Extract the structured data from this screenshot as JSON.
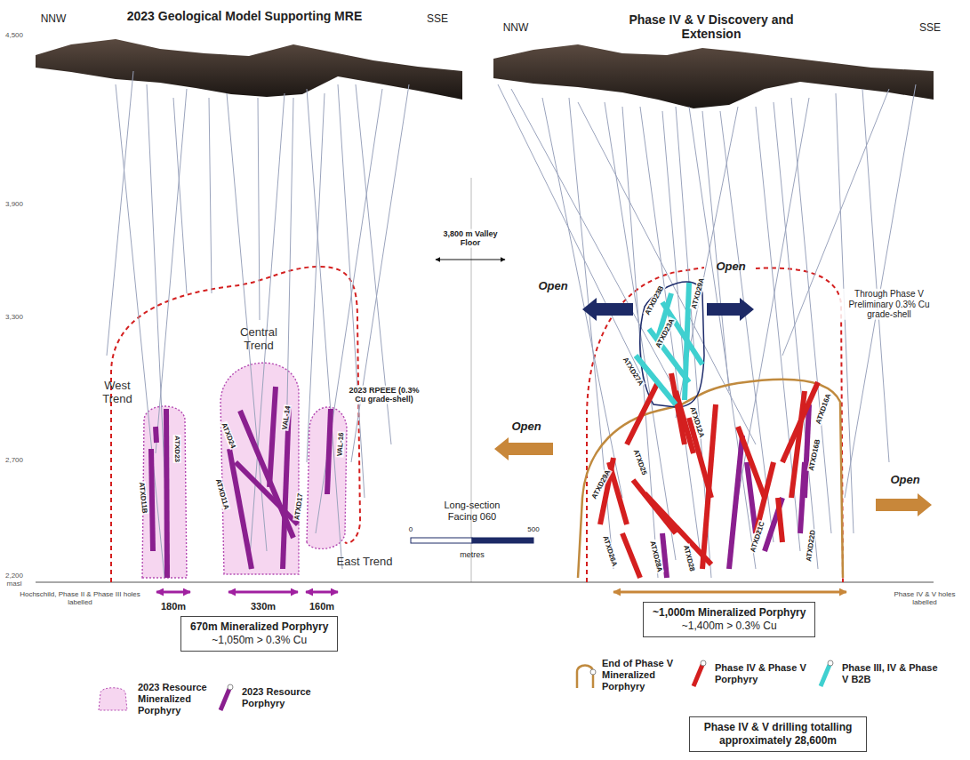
{
  "diagram": {
    "nodes": [
      {
        "text": [
          "670m Mineralized Porphyry",
          "~1,050m > 0.3% Cu"
        ]
      },
      {
        "text": [
          "~1,000m Mineralized Porphyry",
          "~1,400m > 0.3% Cu"
        ]
      },
      {
        "text": [
          "Phase IV & V drilling totalling approximately 28,600m"
        ]
      }
    ],
    "labels": [
      "2023 Geological Model Supporting MRE",
      "Phase IV & V Discovery and Extension",
      "NNW",
      "SSE",
      "NNW",
      "SSE",
      "4,500",
      "3,900",
      "3,300",
      "2,700",
      "2,200 masl",
      "3,800 m Valley Floor",
      "Open",
      "Open",
      "Through Phase V Preliminary 0.3% Cu grade-shell",
      "Central Trend",
      "West Trend",
      "2023 RPEEE (0.3% Cu grade-shell)",
      "East Trend",
      "ATXD23B",
      "ATXD29A",
      "ATXD23A",
      "ATXD27A",
      "ATXD12A",
      "ATXD16A",
      "Open",
      "Open",
      "ATXD23",
      "ATXD11B",
      "ATXD24",
      "VAL-14",
      "ATXD11A",
      "ATXD17",
      "VAL-16",
      "ATXD29A",
      "ATXD25",
      "ATXD16B",
      "ATXD26A",
      "ATXD28A",
      "ATXD28",
      "ATXD21C",
      "ATXD22D",
      "Long-section Facing 060",
      "0",
      "500",
      "metres",
      "Hochschild, Phase II & Phase III holes labelled",
      "Phase IV & V holes labelled",
      "180m",
      "330m",
      "160m"
    ],
    "legend": [
      {
        "text": "2023 Resource Mineralized Porphyry"
      },
      {
        "text": "2023 Resource Porphyry"
      },
      {
        "text": "End of Phase V Mineralized Porphyry"
      },
      {
        "text": "Phase IV & Phase V Porphyry"
      },
      {
        "text": "Phase III, IV & Phase V B2B"
      }
    ]
  }
}
